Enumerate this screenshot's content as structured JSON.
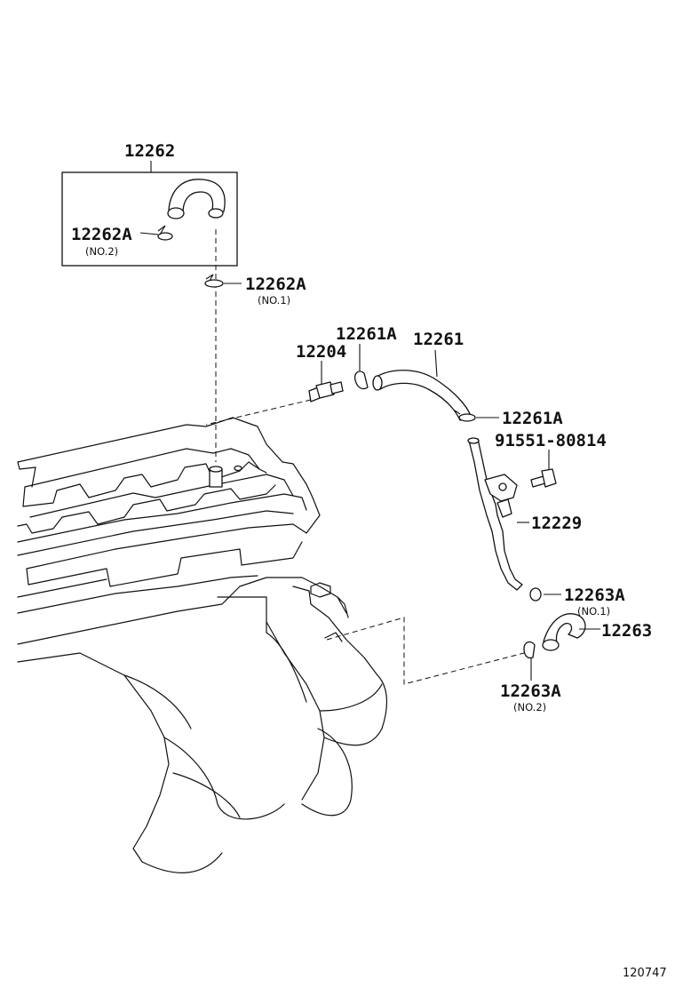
{
  "callouts": {
    "p12262": "12262",
    "p12262A_no2": "12262A",
    "no2_a": "(NO.2)",
    "p12262A_no1": "12262A",
    "no1_a": "(NO.1)",
    "p12261A_top": "12261A",
    "p12261": "12261",
    "p12204": "12204",
    "p12261A_right": "12261A",
    "p91551": "91551-80814",
    "p12229": "12229",
    "p12263A_no1": "12263A",
    "no1_b": "(NO.1)",
    "p12263": "12263",
    "p12263A_no2": "12263A",
    "no2_b": "(NO.2)"
  },
  "figure_id": "120747"
}
